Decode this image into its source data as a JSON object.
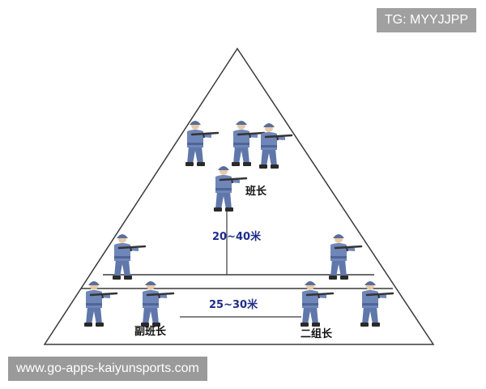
{
  "watermarks": {
    "top_right": "TG: MYYJJPP",
    "bottom_left": "www.go-apps-kaiyunsports.com"
  },
  "labels": {
    "squad_leader": "班长",
    "deputy_squad_leader": "副班长",
    "second_group_leader": "二组长",
    "distance_upper": "20~40米",
    "distance_lower": "25~30米"
  },
  "colors": {
    "outline": "#3a3a3a",
    "distance_text": "#1f2d8a",
    "label_text": "#111111",
    "soldier_uniform": "#6f86b8",
    "soldier_uniform_dark": "#4e6596",
    "helmet": "#5a6e9c",
    "rifle": "#333333",
    "boots": "#2a2a2a"
  },
  "soldier_icon": "soldier-aiming-rifle-icon"
}
